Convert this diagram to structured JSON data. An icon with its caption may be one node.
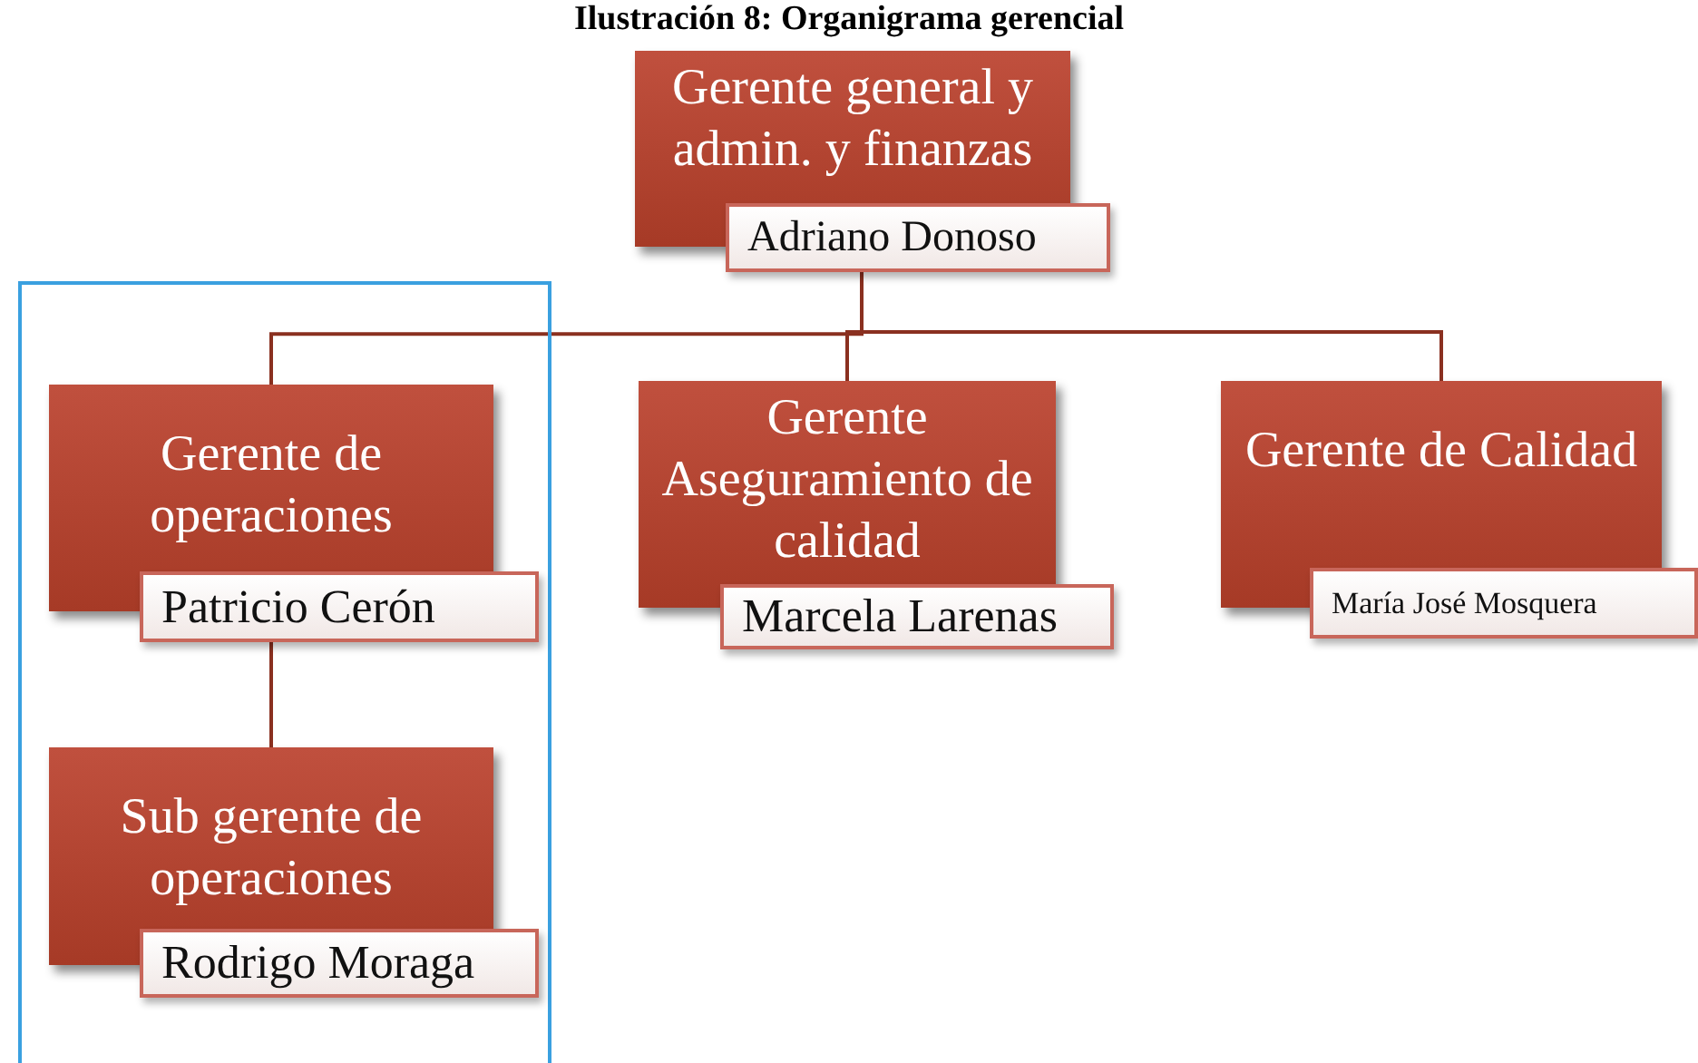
{
  "diagram": {
    "title": "Ilustración 8: Organigrama gerencial",
    "nodes": [
      {
        "text": [
          "Gerente general y admin. y finanzas",
          "Adriano Donoso"
        ]
      },
      {
        "text": [],
        "shape": "box"
      },
      {
        "text": [
          "Gerente de operaciones",
          "Patricio Cerón"
        ],
        "in": 1
      },
      {
        "text": [
          "Gerente Aseguramiento de calidad",
          "Marcela Larenas"
        ]
      },
      {
        "text": [
          "Gerente de Calidad",
          "María José Mosquera"
        ]
      },
      {
        "text": [
          "Sub gerente de operaciones",
          "Rodrigo Moraga"
        ],
        "in": 1
      }
    ],
    "edges": [
      {
        "from": 0,
        "to": 2,
        "arrow": "none"
      },
      {
        "from": 0,
        "to": 3,
        "arrow": "none"
      },
      {
        "from": 0,
        "to": 4,
        "arrow": "none"
      },
      {
        "from": 2,
        "to": 5,
        "arrow": "none"
      }
    ]
  }
}
